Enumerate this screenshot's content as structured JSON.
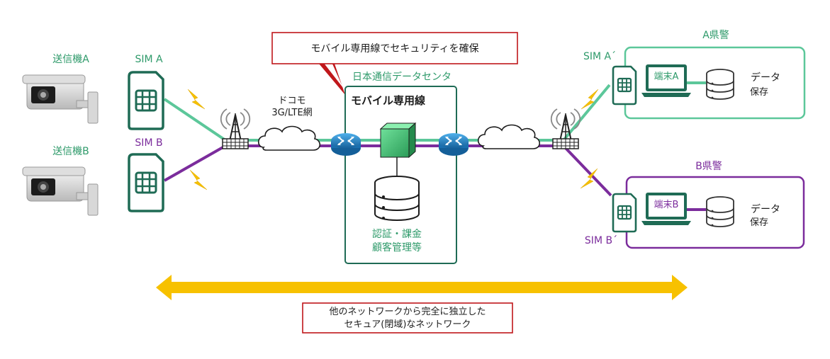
{
  "callout_top": "モバイル専用線でセキュリティを確保",
  "callout_bottom": {
    "line1": "他のネットワークから完全に独立した",
    "line2": "セキュア(閉域)なネットワーク"
  },
  "left": {
    "camera_a": "送信機A",
    "camera_b": "送信機B",
    "sim_a": "SIM A",
    "sim_b": "SIM B"
  },
  "carrier": {
    "line1": "ドコモ",
    "line2": "3G/LTE網"
  },
  "datacenter": {
    "title": "日本通信データセンタ",
    "heading": "モバイル専用線",
    "db_line1": "認証・課金",
    "db_line2": "顧客管理等"
  },
  "right": {
    "a": {
      "title": "A県警",
      "sim": "SIM A´",
      "terminal": "端末A",
      "data_line1": "データ",
      "data_line2": "保存"
    },
    "b": {
      "title": "B県警",
      "sim": "SIM B´",
      "terminal": "端末B",
      "data_line1": "データ",
      "data_line2": "保存"
    }
  },
  "colors": {
    "green": "#2e9a6a",
    "green_line": "#5cc79a",
    "purple": "#7b2c9c",
    "arrow": "#f7c100",
    "callout_border": "#c0171b",
    "router": "#1f7fc4",
    "server": "#3fbf73"
  }
}
